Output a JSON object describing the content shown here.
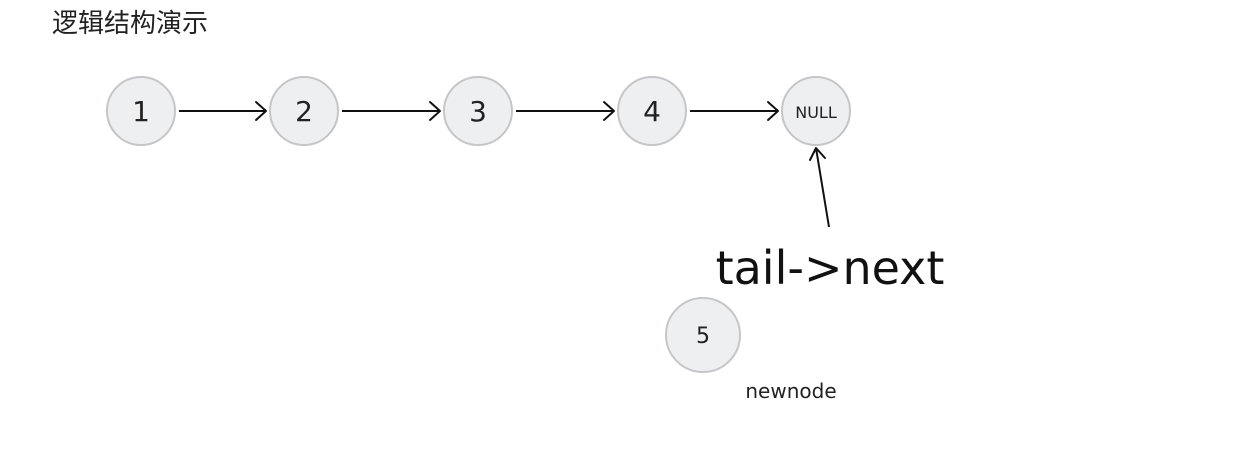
{
  "title": "逻辑结构演示",
  "nodes": [
    {
      "id": "n1",
      "label": "1"
    },
    {
      "id": "n2",
      "label": "2"
    },
    {
      "id": "n3",
      "label": "3"
    },
    {
      "id": "n4",
      "label": "4"
    },
    {
      "id": "null",
      "label": "NULL"
    },
    {
      "id": "n5",
      "label": "5"
    }
  ],
  "edges": [
    {
      "from": "n1",
      "to": "n2"
    },
    {
      "from": "n2",
      "to": "n3"
    },
    {
      "from": "n3",
      "to": "n4"
    },
    {
      "from": "n4",
      "to": "null"
    },
    {
      "from": "tail-next-label",
      "to": "null"
    }
  ],
  "annotations": {
    "tail_next": "tail->next",
    "newnode": "newnode"
  }
}
